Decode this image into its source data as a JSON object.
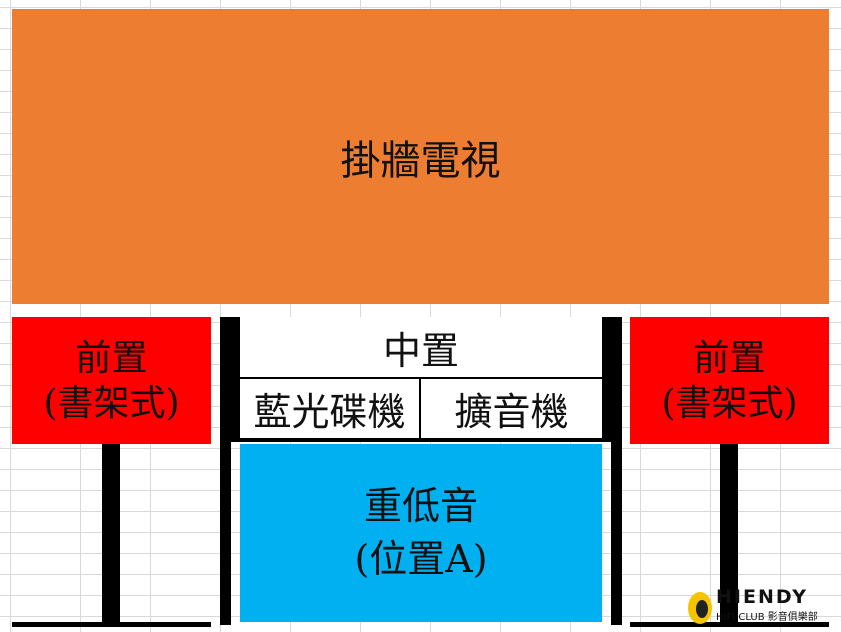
{
  "tv": {
    "label": "掛牆電視",
    "color": "#ed7d31"
  },
  "front_left": {
    "line1": "前置",
    "line2": "(書架式)",
    "color": "#ff0000"
  },
  "front_right": {
    "line1": "前置",
    "line2": "(書架式)",
    "color": "#ff0000"
  },
  "cabinet": {
    "center_speaker": "中置",
    "bluray_player": "藍光碟機",
    "amplifier": "擴音機"
  },
  "subwoofer": {
    "line1": "重低音",
    "line2": "(位置A)",
    "color": "#00b0f0"
  },
  "watermark": {
    "brand": "HIENDY",
    "sub": "HIFI CLUB 影音俱樂部"
  }
}
